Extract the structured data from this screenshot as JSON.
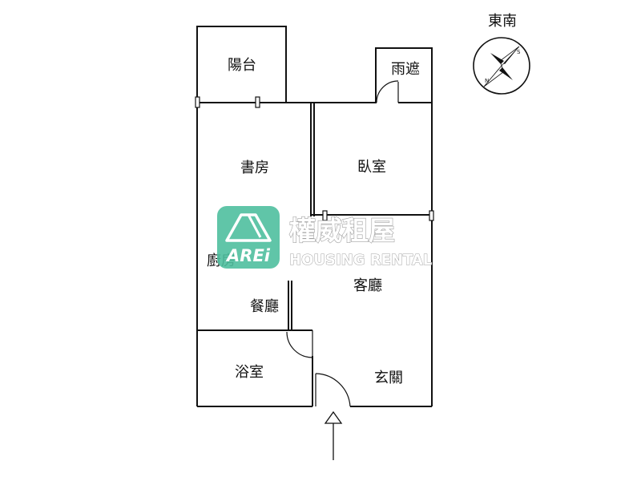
{
  "compass": {
    "label": "東南"
  },
  "rooms": {
    "balcony": "陽台",
    "awning": "雨遮",
    "study": "書房",
    "bedroom": "臥室",
    "kitchen": "廚房",
    "living_room": "客廳",
    "dining": "餐廳",
    "bathroom": "浴室",
    "entrance": "玄關"
  },
  "watermark": {
    "brand_cn": "權威租屋",
    "brand_en": "HOUSING RENTAL",
    "logo_text": "AREi",
    "logo_color": "#4fbf9f"
  }
}
